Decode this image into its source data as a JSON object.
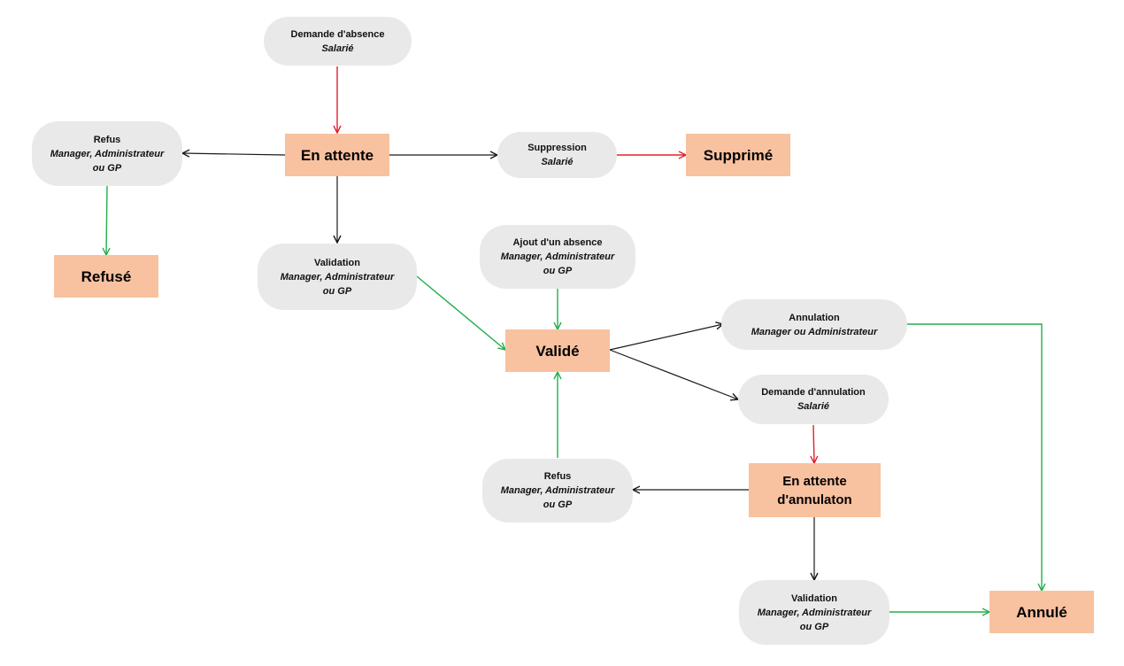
{
  "colors": {
    "red": "#e0202e",
    "green": "#22b04b",
    "black": "#1a1a1a",
    "status_fill": "#f8c1a0",
    "action_fill": "#e9e9e9"
  },
  "actions": {
    "demande_absence": {
      "title": "Demande d'absence",
      "role": "Salarié"
    },
    "refus_top": {
      "title": "Refus",
      "role": "Manager, Administrateur\nou GP"
    },
    "suppression": {
      "title": "Suppression",
      "role": "Salarié"
    },
    "validation_top": {
      "title": "Validation",
      "role": "Manager, Administrateur\nou GP"
    },
    "ajout_absence": {
      "title": "Ajout d'un absence",
      "role": "Manager, Administrateur\nou GP"
    },
    "annulation": {
      "title": "Annulation",
      "role": "Manager ou Administrateur"
    },
    "demande_annulation": {
      "title": "Demande d'annulation",
      "role": "Salarié"
    },
    "refus_bottom": {
      "title": "Refus",
      "role": "Manager, Administrateur\nou GP"
    },
    "validation_bottom": {
      "title": "Validation",
      "role": "Manager, Administrateur\nou GP"
    }
  },
  "statuses": {
    "en_attente": "En attente",
    "supprime": "Supprimé",
    "refuse": "Refusé",
    "valide": "Validé",
    "en_attente_annulation": "En attente\nd'annulaton",
    "annule": "Annulé"
  }
}
